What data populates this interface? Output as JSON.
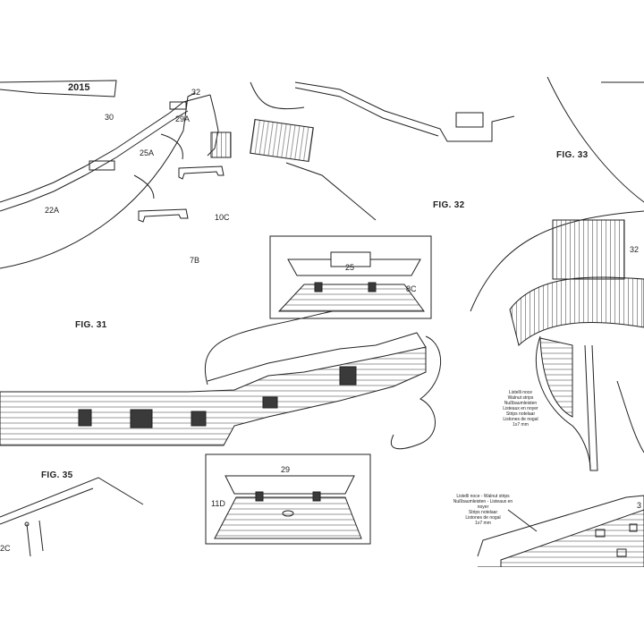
{
  "sheet": {
    "code": "2015",
    "figures": {
      "fig31": "FIG. 31",
      "fig32": "FIG. 32",
      "fig33": "FIG. 33",
      "fig35": "FIG. 35"
    },
    "parts": {
      "p32_top": "32",
      "p30": "30",
      "p29A": "29A",
      "p25A": "25A",
      "p22A": "22A",
      "p10C": "10C",
      "p7B": "7B",
      "p25": "25",
      "p8C": "8C",
      "p29": "29",
      "p11D": "11D",
      "p32_right": "32",
      "p3_edge": "3",
      "p2C_edge": "2C"
    },
    "strip_note_1": [
      "Listelli noce - Walnut strips",
      "Nußbaumleisten - Listeaux en noyer",
      "Strips notelaar",
      "Listones de nogal",
      "1x7 mm"
    ],
    "strip_note_2": [
      "Listelli noce",
      "Walnut strips",
      "Nußbaumleisten",
      "Listeaux en noyer",
      "Strips notelaar",
      "Listones de nogal",
      "1x7 mm"
    ]
  },
  "colors": {
    "ink": "#222222",
    "paper": "#ffffff",
    "hatch": "#555555",
    "fill_dark": "#3a3a3a"
  }
}
